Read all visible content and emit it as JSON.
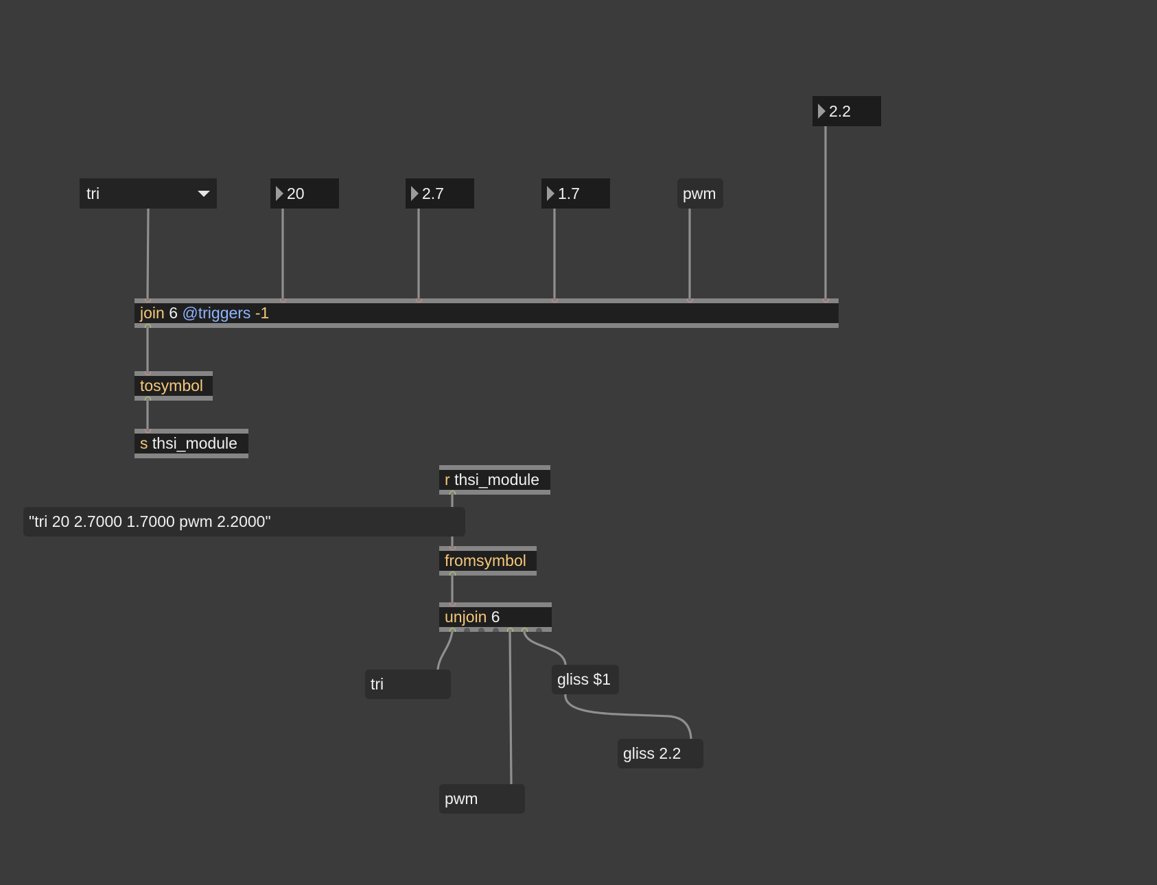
{
  "umenu": {
    "selected": "tri",
    "icon": "dropdown-arrow-icon"
  },
  "numbers": {
    "n1": "20",
    "n2": "2.7",
    "n3": "1.7",
    "n_gliss": "2.2"
  },
  "messages": {
    "pwm_source": "pwm",
    "joined_string": "\"tri 20 2.7000 1.7000 pwm 2.2000\"",
    "out_tri": "tri",
    "gliss_template": "gliss $1",
    "gliss_result": "gliss 2.2",
    "out_pwm": "pwm"
  },
  "objects": {
    "join": {
      "name": "join",
      "arg": "6",
      "attr": "@triggers",
      "attr_value": "-1"
    },
    "tosymbol": {
      "name": "tosymbol"
    },
    "send": {
      "name": "s",
      "arg": "thsi_module"
    },
    "receive": {
      "name": "r",
      "arg": "thsi_module"
    },
    "fromsymbol": {
      "name": "fromsymbol"
    },
    "unjoin": {
      "name": "unjoin",
      "arg": "6"
    }
  },
  "colors": {
    "canvas": "#3b3b3b",
    "object_class": "#f5c77a",
    "attribute": "#8fb4ff",
    "cord": "#8f8f8f",
    "inlet": "#d98c8c",
    "outlet": "#b8d26a"
  }
}
